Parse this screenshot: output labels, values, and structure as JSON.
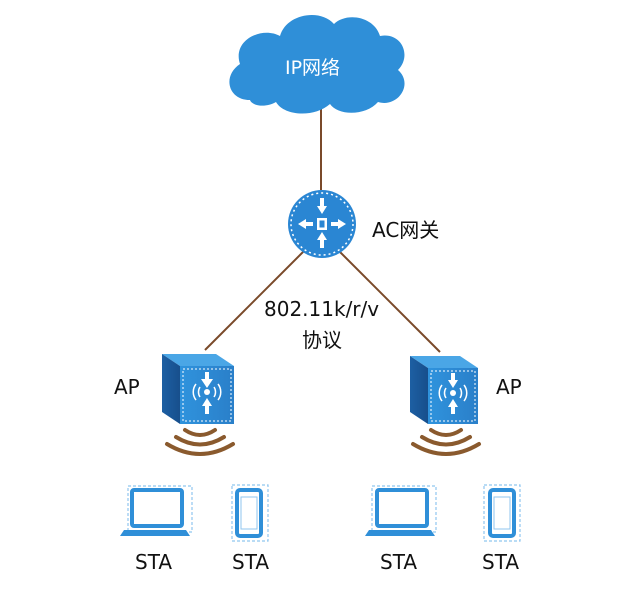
{
  "network": {
    "cloud_label": "IP网络",
    "gateway_label": "AC网关",
    "protocol_line1": "802.11k/r/v",
    "protocol_line2": "协议",
    "ap_left_label": "AP",
    "ap_right_label": "AP",
    "stations": [
      {
        "type": "laptop",
        "label": "STA"
      },
      {
        "type": "phone",
        "label": "STA"
      },
      {
        "type": "laptop",
        "label": "STA"
      },
      {
        "type": "phone",
        "label": "STA"
      }
    ]
  },
  "colors": {
    "blue": "#2f8fd8",
    "blue_dark": "#1b62a8",
    "link": "#7a4a2a",
    "wave": "#8a5a2e",
    "dash": "#8fc6ef"
  }
}
